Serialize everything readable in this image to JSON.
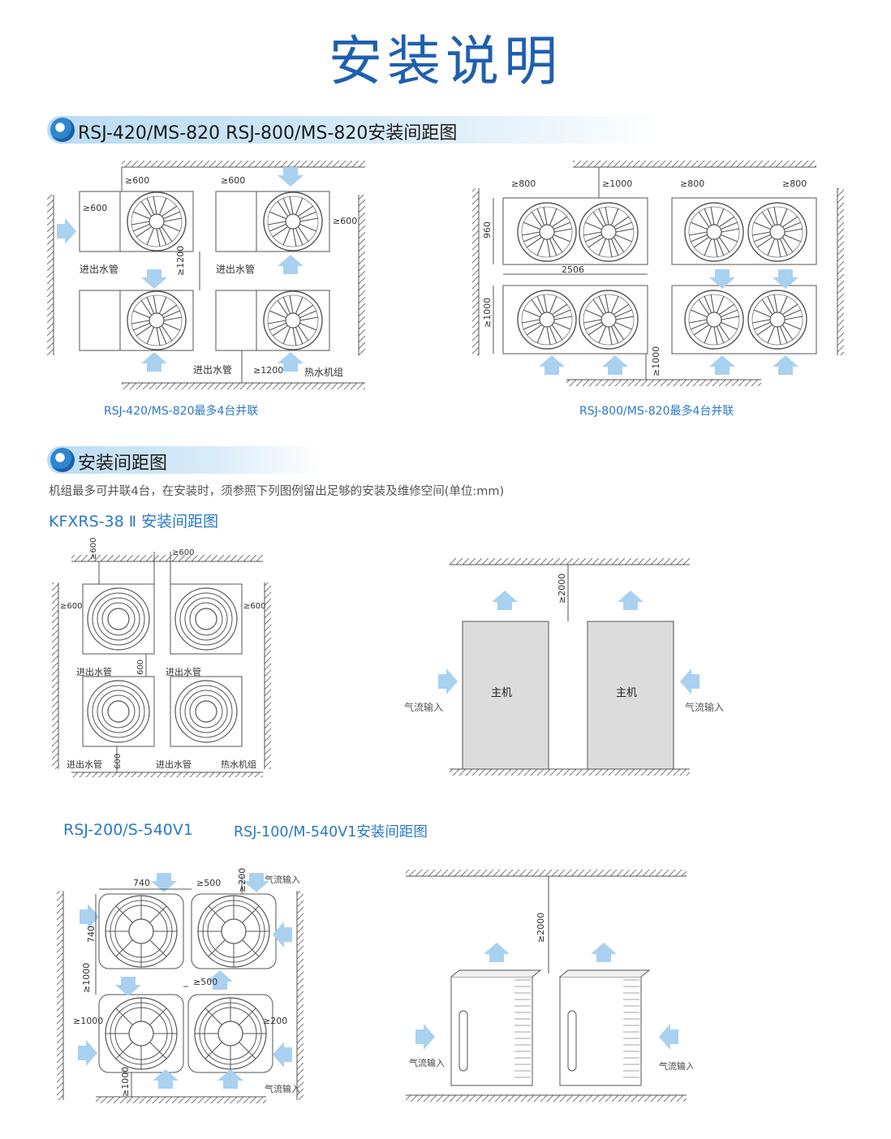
{
  "page": {
    "title": "安装说明"
  },
  "section1": {
    "heading": "RSJ-420/MS-820  RSJ-800/MS-820安装间距图",
    "left": {
      "d_top": "≥600",
      "d_mid": "≥600",
      "d_left": "≥600",
      "d_right": "≥600",
      "d_gap": "≥1200",
      "d_bottom": "≥1200",
      "pipe1": "进出水管",
      "pipe2": "进出水管",
      "pipe3": "进出水管",
      "unit": "热水机组",
      "caption": "RSJ-420/MS-820最多4台并联"
    },
    "right": {
      "d_left": "≥800",
      "d_top": "≥1000",
      "d_mid": "≥800",
      "d_right": "≥800",
      "height": "960",
      "width": "2506",
      "d_gap": "≥1000",
      "d_bottom": "≥1000",
      "caption": "RSJ-800/MS-820最多4台并联"
    }
  },
  "section2": {
    "heading": "安装间距图",
    "note": "机组最多可并联4台，在安装时，须参照下列图例留出足够的安装及维修空间(单位:mm)",
    "kfx": {
      "title": "KFXRS-38 Ⅱ 安装间距图",
      "d_top": "≥600",
      "d_mid": "≥600",
      "d_left": "≥600",
      "d_right": "≥600",
      "d_gap": "600",
      "d_bottom": "600",
      "pipe1": "进出水管",
      "pipe2": "进出水管",
      "pipe3": "进出水管",
      "pipe4": "进出水管",
      "unit": "热水机组",
      "side_gap": "≥2000",
      "main1": "主机",
      "main2": "主机",
      "air_left": "气流输入",
      "air_right": "气流输入"
    },
    "rsj200": {
      "title_a": "RSJ-200/S-540V1",
      "title_b": "RSJ-100/M-540V1安装间距图",
      "w": "740",
      "h": "740",
      "d_mid": "≥500",
      "d_mid2": "≥500",
      "d_top": "≥200",
      "d_gap": "≥1000",
      "d_left": "≥1000",
      "d_right": "≥200",
      "d_bottom": "≥1000",
      "air_top": "气流输入",
      "air_bottom": "气流输入",
      "side_gap": "≥2000",
      "air_left": "气流输入",
      "air_right": "气流输入"
    }
  },
  "colors": {
    "title": "#1f5fb0",
    "accent": "#2a79c7",
    "arrow": "#a9d1f0",
    "unit_fill": "#dcdcdc"
  },
  "icons": [
    "circle-bullet-icon",
    "fan-icon",
    "airflow-arrow-icon"
  ]
}
